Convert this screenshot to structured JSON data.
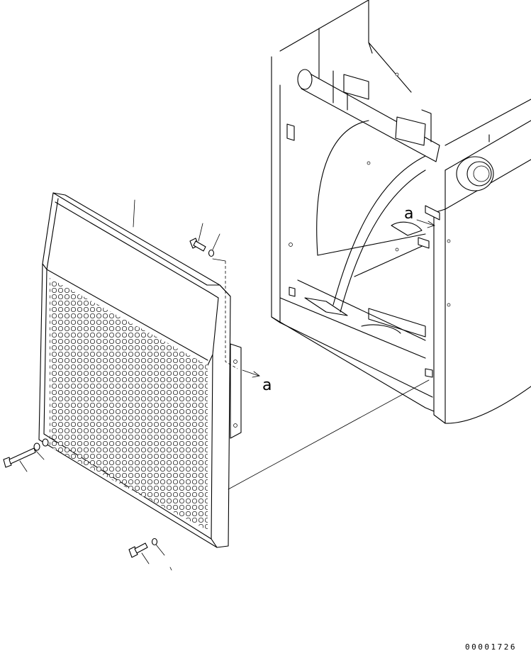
{
  "diagram": {
    "ref_label_upper": "a",
    "ref_label_lower": "a",
    "document_number": "00001726"
  }
}
